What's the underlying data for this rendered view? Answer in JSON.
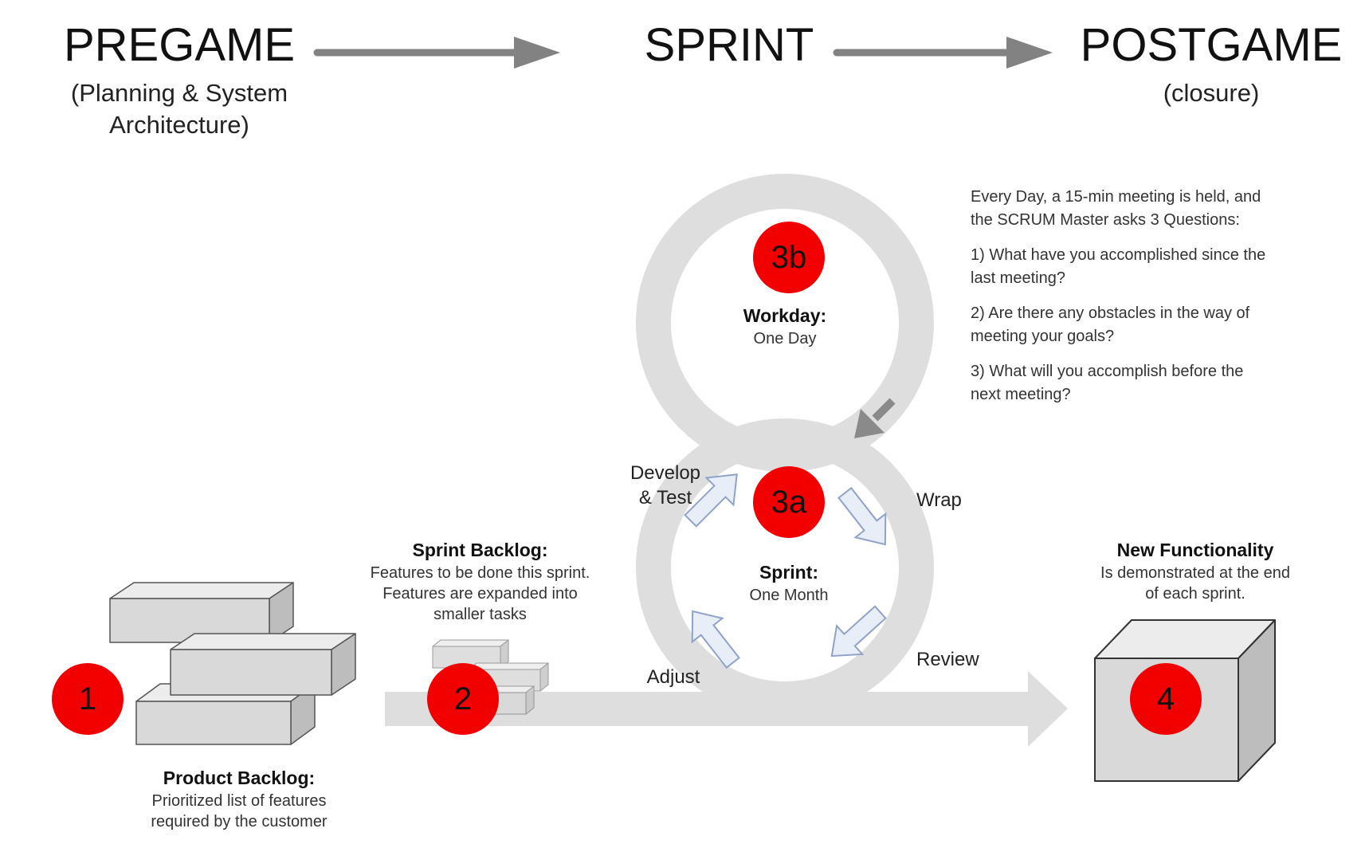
{
  "phases": {
    "pregame": {
      "title": "PREGAME",
      "subtitle_line1": "(Planning & System",
      "subtitle_line2": "Architecture)"
    },
    "sprint": {
      "title": "SPRINT"
    },
    "postgame": {
      "title": "POSTGAME",
      "subtitle": "(closure)"
    }
  },
  "product_backlog": {
    "title": "Product Backlog:",
    "line1": "Prioritized list of features",
    "line2": "required by the customer",
    "step": "1"
  },
  "sprint_backlog": {
    "title": "Sprint Backlog:",
    "line1": "Features to be done this sprint.",
    "line2": "Features are expanded into",
    "line3": "smaller tasks",
    "step": "2"
  },
  "workday": {
    "title": "Workday:",
    "subtitle": "One Day",
    "step": "3b"
  },
  "sprint_cycle": {
    "title": "Sprint:",
    "subtitle": "One Month",
    "step": "3a",
    "labels": {
      "develop_line1": "Develop",
      "develop_line2": "& Test",
      "wrap": "Wrap",
      "review": "Review",
      "adjust": "Adjust"
    }
  },
  "new_functionality": {
    "title": "New Functionality",
    "line1": "Is demonstrated at the end",
    "line2": "of each sprint.",
    "step": "4"
  },
  "daily_meeting": {
    "intro_line1": "Every Day, a 15-min meeting is held, and",
    "intro_line2": "the SCRUM Master asks 3 Questions:",
    "q1_line1": "1) What have you accomplished since the",
    "q1_line2": "last meeting?",
    "q2_line1": "2) Are there any obstacles in the way of",
    "q2_line2": "meeting your goals?",
    "q3_line1": "3) What will you accomplish before the",
    "q3_line2": "next meeting?"
  },
  "colors": {
    "marker": "#f20000",
    "loop": "#dedede",
    "flow_arrow": "#828282",
    "cycle_arrow_fill": "#e8eef8",
    "cycle_arrow_stroke": "#8fa3c8",
    "box_fill": "#d9d9d9"
  }
}
